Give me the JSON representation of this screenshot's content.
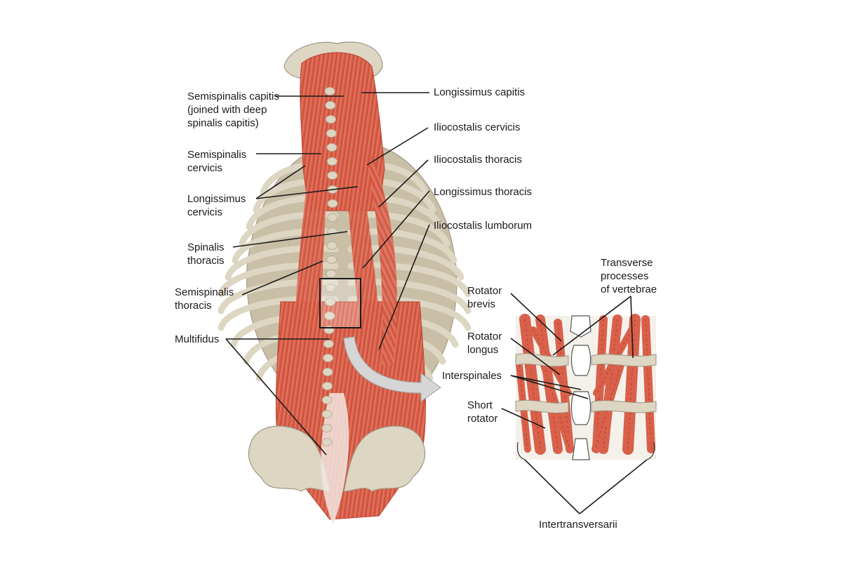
{
  "diagram": {
    "colors": {
      "muscle": "#d9604a",
      "muscle_dark": "#b8402e",
      "muscle_light": "#ea8a73",
      "bone": "#ddd6c3",
      "bone_shadow": "#b7ae98",
      "leader": "#1a1a1a",
      "arrow": "#d6d6d6"
    },
    "labels": {
      "semispinalis_capitis": "Semispinalis capitis\n(joined with deep\nspinalis capitis)",
      "semispinalis_cervicis": "Semispinalis\ncervicis",
      "longissimus_cervicis": "Longissimus\ncervicis",
      "spinalis_thoracis": "Spinalis\nthoracis",
      "semispinalis_thoracis": "Semispinalis\nthoracis",
      "multifidus": "Multifidus",
      "longissimus_capitis": "Longissimus capitis",
      "iliocostalis_cervicis": "Iliocostalis cervicis",
      "iliocostalis_thoracis": "Iliocostalis thoracis",
      "longissimus_thoracis": "Longissimus thoracis",
      "iliocostalis_lumborum": "Iliocostalis lumborum",
      "transverse_processes": "Transverse\nprocesses\nof vertebrae",
      "rotator_brevis": "Rotator\nbrevis",
      "rotator_longus": "Rotator\nlongus",
      "interspinales": "Interspinales",
      "short_rotator": "Short\nrotator",
      "intertransversarii": "Intertransversarii"
    }
  }
}
